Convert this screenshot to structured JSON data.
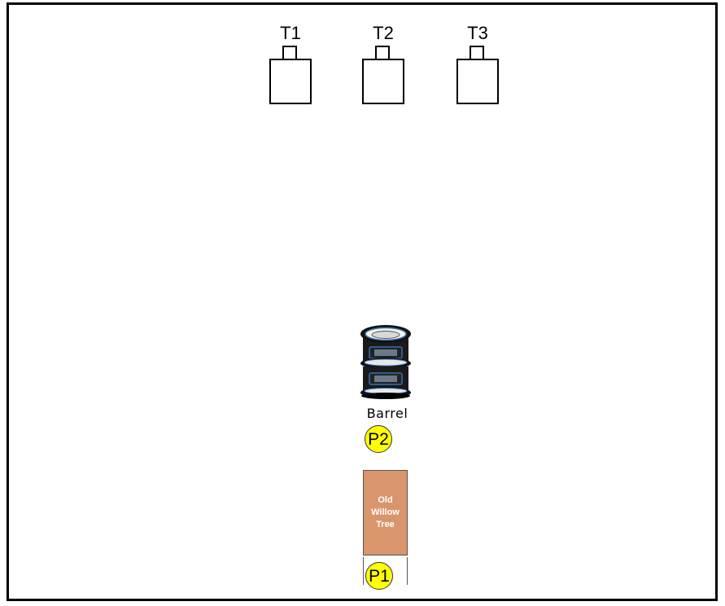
{
  "targets": [
    {
      "label": "T1"
    },
    {
      "label": "T2"
    },
    {
      "label": "T3"
    }
  ],
  "barrel": {
    "label": "Barrel",
    "icon": "barrel-icon"
  },
  "players": [
    {
      "label": "P2"
    },
    {
      "label": "P1"
    }
  ],
  "tree": {
    "line1": "Old",
    "line2": "Willow",
    "line3": "Tree"
  },
  "colors": {
    "border": "#000000",
    "player_fill": "#ffff00",
    "tree_fill": "#d9956c",
    "tree_text": "#ffffff",
    "barrel_accent": "#3a6fb0"
  }
}
